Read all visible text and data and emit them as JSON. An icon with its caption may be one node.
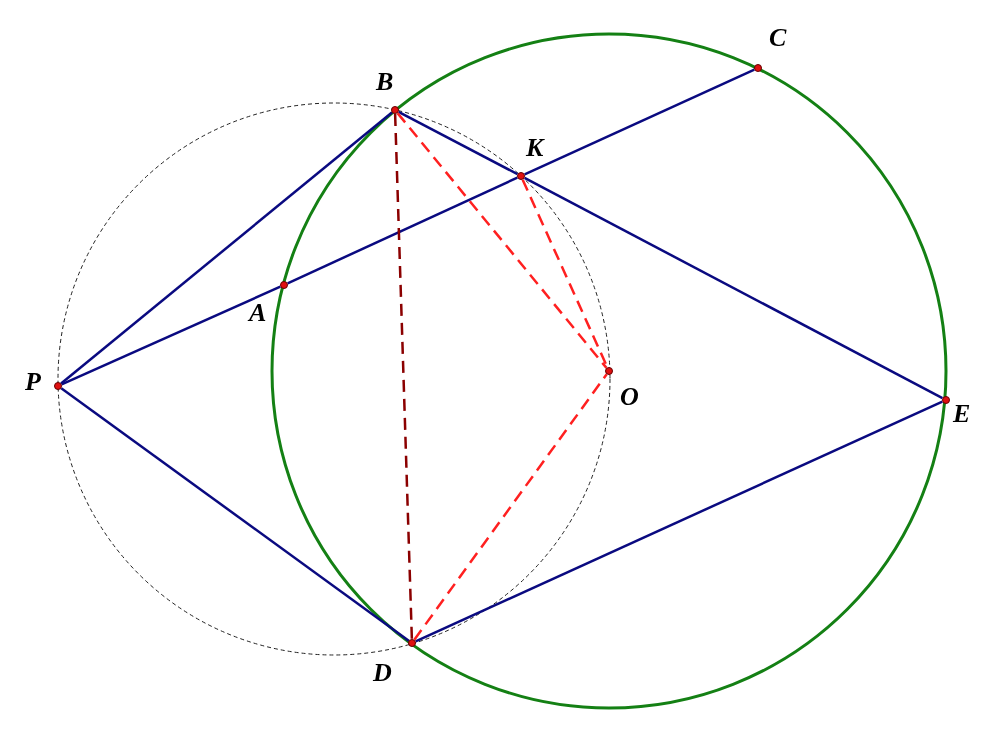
{
  "diagram": {
    "nodes": [
      {
        "text": [
          "P"
        ]
      },
      {
        "text": [
          "A"
        ]
      },
      {
        "text": [
          "B"
        ]
      },
      {
        "text": [
          "K"
        ]
      },
      {
        "text": [
          "C"
        ]
      },
      {
        "text": [
          "O"
        ]
      },
      {
        "text": [
          "E"
        ]
      },
      {
        "text": [
          "D"
        ]
      }
    ],
    "edges": [
      {
        "from": 0,
        "to": 2,
        "arrow": "none"
      },
      {
        "from": 0,
        "to": 1,
        "arrow": "none"
      },
      {
        "from": 1,
        "to": 3,
        "arrow": "none"
      },
      {
        "from": 3,
        "to": 4,
        "arrow": "none"
      },
      {
        "from": 2,
        "to": 3,
        "arrow": "none"
      },
      {
        "from": 3,
        "to": 6,
        "arrow": "none"
      },
      {
        "from": 0,
        "to": 7,
        "arrow": "none"
      },
      {
        "from": 7,
        "to": 6,
        "arrow": "none"
      },
      {
        "from": 2,
        "to": 7,
        "arrow": "none",
        "style": "dashed",
        "color": "#8b0000"
      },
      {
        "from": 2,
        "to": 5,
        "arrow": "none",
        "style": "dashed",
        "color": "#ff2020"
      },
      {
        "from": 3,
        "to": 5,
        "arrow": "none",
        "style": "dashed",
        "color": "#ff2020"
      },
      {
        "from": 7,
        "to": 5,
        "arrow": "none",
        "style": "dashed",
        "color": "#ff2020"
      }
    ]
  }
}
